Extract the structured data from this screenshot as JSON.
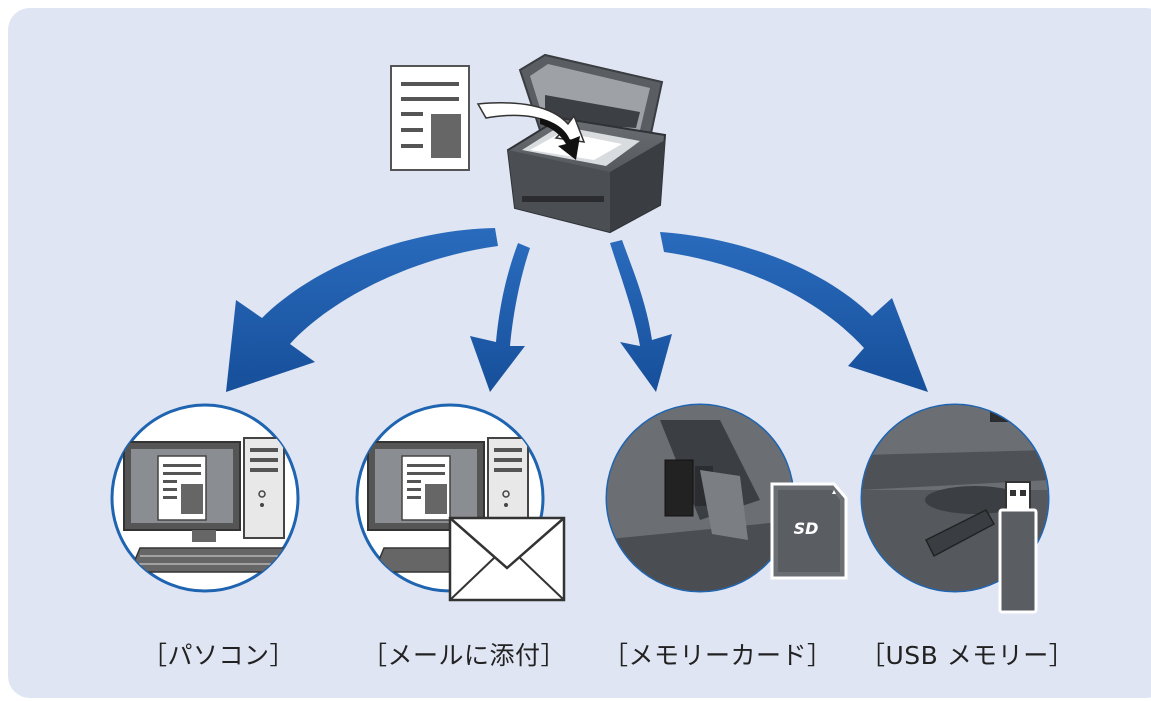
{
  "destinations": [
    {
      "id": "pc",
      "label": "［パソコン］",
      "icon": "computer-icon"
    },
    {
      "id": "email",
      "label": "［メールに添付］",
      "icon": "computer-with-envelope-icon"
    },
    {
      "id": "memory-card",
      "label": "［メモリーカード］",
      "icon": "sd-card-icon"
    },
    {
      "id": "usb",
      "label": "［USB メモリー］",
      "icon": "usb-flash-drive-icon"
    }
  ],
  "source": {
    "icon": "scanner-icon",
    "document_icon": "document-icon"
  },
  "colors": {
    "background": "#dfe5f2",
    "arrow": "#1d59a8",
    "circle_border": "#1f64b0"
  }
}
